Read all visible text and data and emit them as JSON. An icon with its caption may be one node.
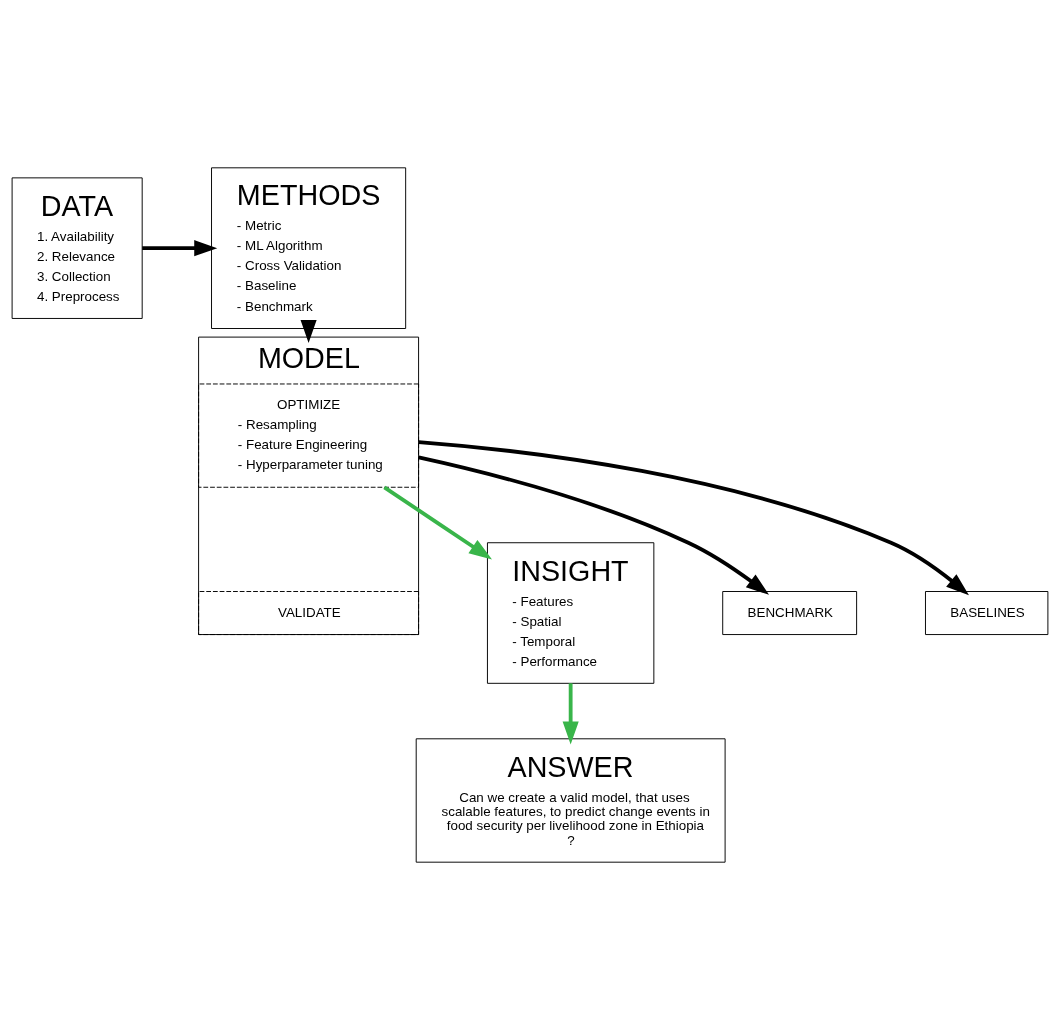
{
  "diagram": {
    "nodes": [
      {
        "text": [
          "METHODS",
          "- Metric",
          "- ML Algorithm",
          "- Cross Validation",
          "- Baseline",
          "- Benchmark"
        ]
      },
      {
        "text": [
          "DATA",
          "1. Availability",
          "2. Relevance",
          "3. Collection",
          "4. Preprocess"
        ]
      },
      {
        "text": [
          "MODEL"
        ]
      },
      {
        "text": [
          "OPTIMIZE",
          "- Resampling",
          "- Feature Engineering",
          "- Hyperparameter tuning"
        ],
        "in": 2
      },
      {
        "text": [
          "VALIDATE"
        ],
        "in": 2
      },
      {
        "text": [
          "INSIGHT",
          "- Features",
          "- Spatial",
          "- Temporal",
          "- Performance"
        ]
      },
      {
        "text": [
          "ANSWER",
          "Can we create a valid model, that uses scalable features, to predict change events in food security per livelihood zone in Ethiopia ?"
        ]
      },
      {
        "text": [
          "BENCHMARK"
        ]
      },
      {
        "text": [
          "BASELINES"
        ]
      }
    ],
    "edges": [
      {
        "from": 1,
        "to": 0,
        "arrow": "to"
      },
      {
        "from": 0,
        "to": 2,
        "arrow": "to"
      },
      {
        "from": 2,
        "to": 5,
        "arrow": "to",
        "color": "#39b54a"
      },
      {
        "from": 5,
        "to": 6,
        "arrow": "to",
        "color": "#39b54a"
      },
      {
        "from": 2,
        "to": 7,
        "arrow": "to"
      },
      {
        "from": 2,
        "to": 8,
        "arrow": "to"
      }
    ]
  }
}
